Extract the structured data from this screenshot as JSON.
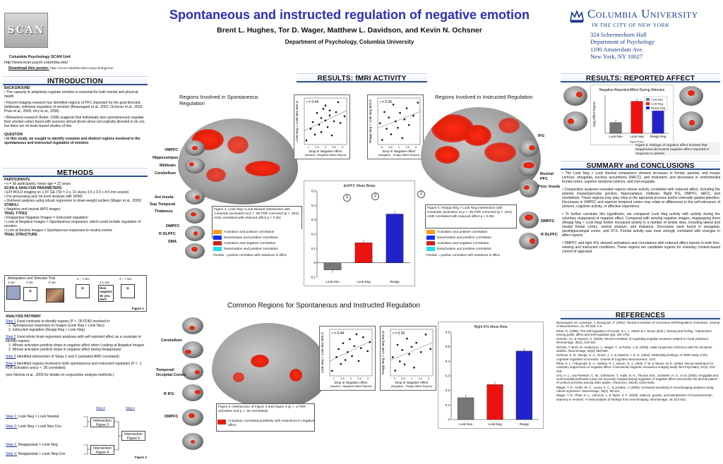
{
  "header": {
    "title": "Spontaneous and instructed regulation of negative emotion",
    "authors": "Brent L. Hughes, Tor D. Wager, Matthew L. Davidson, and Kevin N. Ochsner",
    "department": "Department of Psychology, Columbia University",
    "logo_text": "SCAN",
    "lab_name": "Columbia Psychology SCAN Unit",
    "lab_url": "http://www.scan.psych.columbia.edu/",
    "download_label": "Download this poster:",
    "download_url": "http://www.columbia.edu/cu/psychology/tor/",
    "university_name": "Columbia University",
    "university_sub": "IN THE CITY OF NEW YORK",
    "address": [
      "324 Schermerhorn Hall",
      "Department of Psychology",
      "1190 Amsterdam Ave.",
      "New York, NY 10027"
    ],
    "accent_color": "#2b2fb8"
  },
  "intro": {
    "heading": "INTRODUCTION",
    "background_title": "BACKGROUND",
    "bullets": [
      "•   The capacity to adaptively regulate emotion is essential for both mental and physical health",
      "•   Recent imaging research has identified regions of PFC important  for the goal-directed, deliberate, volitional regulation of emotion (Beauregard et al., 2001; Ochsner et al., 2002; Phan et al., 2004; Urry et al., 2006)",
      "•   Behavioral research (Erber, 1996) suggests that individuals also spontaneously regulate their emotion when faced with aversive stimuli (Even when not explicitly directed to do so), but there are no brain-based studies of this."
    ],
    "question_title": "QUESTION",
    "question": "•   In this study, we sought to identify common and distinct regions involved in the spontaneous and instructed regulation of emotion"
  },
  "methods": {
    "heading": "METHODS",
    "participants_title": "PARTICIPANTS",
    "participants": "• n = 36 participants, mean age = 22 years",
    "scan_title": "SCAN & ANALYSIS PARAMETERS",
    "scan": [
      "• EPI BOLD imaging on 1.5T GE (TR = 2 s, 31 slices 3.5 x 3.5 x 4.5 mm voxels)",
      "• Pre-processing and 1st level analysis with SPM2",
      "• 2nd-level analysis using robust regression to down-weight outliers (Wager et al., 2005)"
    ],
    "stimuli_title": "STIMULI",
    "stimuli": "• Negative and neutral IAPS images",
    "trial_types_title": "TRIAL TYPES",
    "trial_types": [
      "• Reappraise Negative Images = Instructed regulation",
      "• Look at Negative Images = Spontaneous responses, which could include regulation of emotion",
      "• Look at Neutral Images = Spontaneous responses to neutral events"
    ],
    "trial_structure_title": "TRIAL STRUCTURE",
    "figure1": {
      "title": "Anticipation and Stimulus Trial",
      "durations": [
        "2 sec",
        "4 sec",
        "8 sec",
        "4 – 7 sec",
        "2.1 sec",
        "4 – 7 sec"
      ],
      "rating_prompt": "How negative do you feel?",
      "caption": "Figure 1"
    },
    "analysis_title": "ANALYSIS PATHWAY",
    "steps": [
      {
        "label": "Step 1",
        "text": "Used contrasts to identify regions (P < .05 FDR) involved in:"
      },
      {
        "label": "",
        "text": "1.  Spontaneous responses to images (Look Neg > Look Neu)"
      },
      {
        "label": "",
        "text": "2.  Instructed regulation (Reapp Neg > Look Neg)"
      },
      {
        "label": "Step 2",
        "text": "Used whole brain regression analyses with self-reported affect as a covariate to identify regions:"
      },
      {
        "label": "",
        "text": "1.  Whose activation predicts drops in negative affect when Looking at Negative Images"
      },
      {
        "label": "",
        "text": "2.  Whose activation predicts drops in negative affect during Reappraisal"
      },
      {
        "label": "Step 3",
        "text": "Identified intersection of Steps 1 and 2 (activated AND correlated)"
      },
      {
        "label": "Step 4",
        "text": "Identified regions involved in both spontaneous and instructed regulation (P < .1 FDR activation and p < .05 correlated)"
      }
    ],
    "nichols": "(see Nichols et al., 2005 for details on conjunction analysis methods.)",
    "figure2": {
      "step3": "Step 3",
      "step4": "Step 4",
      "rows": [
        {
          "label": "Step 1:",
          "text": "Look Neg > Look Neutral"
        },
        {
          "label": "Step 2:",
          "text": "Look Neg > Look Neu Cov"
        },
        {
          "label": "Step 1:",
          "text": "Reappraisal > Look Neg"
        },
        {
          "label": "Step 2:",
          "text": "Reappraisal > Look Neg Cov"
        }
      ],
      "intersection3": "Intersection Figure 3",
      "intersection4": "Intersection Figure 4",
      "intersection5": "Intersection Figure 5",
      "caption": "Figure 2"
    }
  },
  "fmri": {
    "heading": "RESULTS: fMRI ACTIVITY",
    "spont_title": "Regions Involved in Spontaneous Regulation",
    "instr_title": "Regions Involved in Instructed Regulation",
    "common_title": "Common Regions for Spontaneous and Instructed Regulation",
    "labels_left": [
      "VMPFC",
      "Hippocampus",
      "Midbrain",
      "Cerebellum",
      "Ant Insula",
      "Sup Temporal",
      "Thalamus",
      "DMPFC",
      "R DLPFC",
      "SMA"
    ],
    "labels_right": [
      "IFG",
      "Rostral PFC",
      "Post. Insula",
      "DMPFC",
      "R DLPFC"
    ],
    "labels_common": [
      "Cerebellum",
      "Temporal/ Occipital Cortex",
      "R IFG",
      "DMPFC"
    ],
    "fig3_caption": "Figure 3. Look Neg >Look  Neutral Intersection with Covariate (activation at p < .05 FDR corrected (p < .004), AND correlated with reduced affect p < 0.05)",
    "fig4_caption": "Figure 4. Reapp Neg > Look Neg Intersection with Covariate (activation at p < .05 FDR corrected (p < .004), AND correlated with reduced affect p < 0.05)",
    "fig5_caption": "Figure 5. Intersection of Figure 3 and Figure 4 (p < .1 FDR activation and p < .05 correlated)",
    "fig5_legend": "Activation correlated positively with reductions in negative affect",
    "legend": [
      {
        "label": "Activation and positive correlation",
        "color": "#ff9a1a"
      },
      {
        "label": "Deactivation and positive correlation",
        "color": "#1133ee"
      },
      {
        "label": "Activation and negative correlation",
        "color": "#cc2222"
      },
      {
        "label": "Deactivation and positive correlation",
        "color": "#22e0ee"
      }
    ],
    "legend_note": "Positive = positive correlation with reductions in affect",
    "circle_labels": [
      "1",
      "2",
      "2"
    ]
  },
  "chart_data": [
    {
      "type": "bar",
      "title": "dmPFC Mean Betas",
      "categories": [
        "Look Neu",
        "Look Neg",
        "Reapp"
      ],
      "values": [
        -0.05,
        0.14,
        0.34
      ],
      "colors": [
        "#777777",
        "#ee1111",
        "#2222cc"
      ],
      "ylim": [
        -0.1,
        0.5
      ],
      "yticks": [
        -0.1,
        0,
        0.1,
        0.2,
        0.3,
        0.4,
        0.5
      ]
    },
    {
      "type": "bar",
      "title": "Right IFG Mean Beta",
      "categories": [
        "Look Neu",
        "Look Neg",
        "Reapp"
      ],
      "values": [
        0.15,
        0.24,
        0.47
      ],
      "colors": [
        "#777777",
        "#ee1111",
        "#2222cc"
      ],
      "ylim": [
        0,
        0.6
      ],
      "yticks": [
        0,
        0.1,
        0.2,
        0.3,
        0.4,
        0.5,
        0.6
      ]
    },
    {
      "type": "bar",
      "title": "Negative Reported Affect During Stimulus",
      "categories": [
        "Look Neu",
        "Look Neg",
        "Reapp Neg"
      ],
      "values": [
        1.4,
        4.2,
        3.5
      ],
      "colors": [
        "#777777",
        "#ee1111",
        "#2222cc"
      ],
      "xlabel": "Trial Type",
      "ylabel": "Neg Affect Report",
      "ylim": [
        0,
        5
      ]
    },
    {
      "type": "scatter",
      "label": "r = 0.44",
      "xlabel": "Drop in Negative Affect",
      "xsub": "(Neutral - Negative Affect Report)",
      "ylabel": "Look Neg > Look Neu BOLD",
      "xticks": [
        "1",
        "1.5",
        "2",
        "2.5",
        "3"
      ],
      "points": [
        [
          1.1,
          -1.2
        ],
        [
          1.3,
          0.2
        ],
        [
          1.4,
          1.0
        ],
        [
          1.5,
          -0.5
        ],
        [
          1.6,
          2.1
        ],
        [
          1.7,
          0.7
        ],
        [
          1.8,
          1.5
        ],
        [
          1.8,
          -0.2
        ],
        [
          1.9,
          2.6
        ],
        [
          2.0,
          1.2
        ],
        [
          2.0,
          3.0
        ],
        [
          2.1,
          0.4
        ],
        [
          2.2,
          1.8
        ],
        [
          2.2,
          2.4
        ],
        [
          2.3,
          -0.6
        ],
        [
          2.4,
          1.1
        ],
        [
          2.5,
          2.2
        ],
        [
          2.6,
          3.4
        ],
        [
          2.7,
          0.9
        ],
        [
          2.9,
          1.7
        ]
      ]
    },
    {
      "type": "scatter",
      "label": "r = 0.36",
      "xlabel": "Drop in Negative Affect",
      "xsub": "(Negative - Reapp Affect Report)",
      "ylabel": "Reapp Neg > Look Neg BOLD",
      "xticks": [
        "0",
        "0.5",
        "1",
        "1.5",
        "2"
      ],
      "points": [
        [
          0.1,
          0.8
        ],
        [
          0.2,
          -1.0
        ],
        [
          0.3,
          2.0
        ],
        [
          0.4,
          0.2
        ],
        [
          0.5,
          1.4
        ],
        [
          0.6,
          -0.4
        ],
        [
          0.7,
          2.8
        ],
        [
          0.8,
          1.0
        ],
        [
          0.9,
          0.3
        ],
        [
          1.0,
          1.9
        ],
        [
          1.1,
          -0.8
        ],
        [
          1.2,
          1.2
        ],
        [
          1.3,
          2.4
        ],
        [
          1.4,
          0.6
        ],
        [
          1.6,
          1.6
        ],
        [
          1.8,
          3.0
        ]
      ]
    },
    {
      "type": "scatter",
      "label": "r = 0.44",
      "xlabel": "Drop in Negative Affect",
      "xsub": "(Neutral - Negative Affect Report)",
      "ylabel": "Look Neg > Look Neu BOLD",
      "xticks": [
        "1",
        "1.5",
        "2",
        "2.5",
        "3"
      ],
      "points": [
        [
          1.1,
          -0.9
        ],
        [
          1.3,
          0.5
        ],
        [
          1.4,
          1.3
        ],
        [
          1.5,
          -0.2
        ],
        [
          1.6,
          1.9
        ],
        [
          1.7,
          0.2
        ],
        [
          1.8,
          1.0
        ],
        [
          1.9,
          2.3
        ],
        [
          2.0,
          0.6
        ],
        [
          2.1,
          1.6
        ],
        [
          2.2,
          2.8
        ],
        [
          2.3,
          0.1
        ],
        [
          2.4,
          1.4
        ],
        [
          2.5,
          2.5
        ],
        [
          2.7,
          1.1
        ],
        [
          2.8,
          2.0
        ]
      ]
    },
    {
      "type": "scatter",
      "label": "r = 0.39",
      "xlabel": "Drop in Negative Affect",
      "xsub": "(Negative - Reapp Affect Report)",
      "ylabel": "Reapp Neg > Look Neg BOLD",
      "xticks": [
        "0",
        "0.5",
        "1",
        "1.5",
        "2"
      ],
      "points": [
        [
          0.1,
          0.4
        ],
        [
          0.2,
          -0.9
        ],
        [
          0.3,
          1.6
        ],
        [
          0.4,
          0.0
        ],
        [
          0.5,
          1.1
        ],
        [
          0.6,
          -0.3
        ],
        [
          0.7,
          2.2
        ],
        [
          0.8,
          0.7
        ],
        [
          0.9,
          1.4
        ],
        [
          1.0,
          -0.6
        ],
        [
          1.1,
          1.8
        ],
        [
          1.3,
          0.9
        ],
        [
          1.5,
          2.6
        ],
        [
          1.7,
          1.2
        ]
      ]
    }
  ],
  "reported": {
    "heading": "RESULTS: REPORTED AFFECT",
    "caption": "Figure 6. Ratings of negative affect showed that reappraisal decreased negative affect reported in response to photos."
  },
  "summary": {
    "heading": "SUMMARY and CONCLUSIONS",
    "bullets": [
      "• The Look Neg > Look Neutral comparison showed increases in frontal, parietal, and insular cortices, amygdala, nucleus accumbens (NACC), and brainstem, and decreases in ventromedial frontal cortex, superior temporal cortices, and mid-cingulate.",
      "• Conjunction analyses revealed regions whose activity correlated with reduced affect, including the anterior insula/opercular junction, hippocampus, midbrain, Right IFG, DMPFC, dACC, and cerebellum. These regions may play roles in the appraisal process and/or internally guided attention. Decreases in VMPFC and superior temporal cortex may relate to differences in the self-relevance of pictures, cognitive activity, or affective experience.",
      "• To further constrain this hypothesis, we compared Look Neg activity with activity during the voluntary reappraisal of negative affect. Compared with viewing negative images, reappraising them (Reapp Neg > Look Neg) further increased activity in a number of similar sites, including lateral and medial frontal cortex, ventral striatum, and thalamus. Decreases were found in amygdala, parahippocampal cortex, and STS. Frontal activity was most strongly correlated with changes in affect reports.",
      "• DMPFC and right IFG showed activations and correlations with reduced affect reports in both free-viewing and instructed conditions. These regions are candidate regions for voluntary context-based control of appraisal."
    ]
  },
  "references": {
    "heading": "REFERENCES",
    "items": [
      "Beauregard, M, Levesque, J, Bourgouin, P. (2001). Neural Correlates of Conscious Self-Regulation of Emotion. Journal of Neuroscience, 21, RC165: 1-6.",
      "Erber, R. (1996). The self-regulation of moods. In L. L. Martin & A.Tesser (Eds.), Striving and feeling : Interactions among goals, affect and self-regulation (pp. 251-275).",
      "Hornnic, CL, & Hanson, S. (2006). Neural correlates of regulating negative emotions related to moral violations. NeuroImage, 30(1), 313-324.",
      "Nichols, T, Brett, M, Andersson, J., Wager, T., & Poline, J. B. (2005). Valid conjunction inference with the minimum statistic. NeuroImage, 25(3), 653-660.",
      "Ochsner, K. N., Bunge, S. A., Gross, J. J., & Gabrieli, J. D. E. (2002). Rethinking feelings: An fMRI study of the cognitive regulation of emotion. Journal of Cognitive Neuroscience, 14:8.",
      "Phan, K. L., Fitzgerald, D. A., Nathan, P. J., Moore, G. J., Uhde, T. W. & Tancer, M. E. (2005). Neural substrates for voluntary suppression of negative affect: A functional magnetic resonance imaging study. Biol Psychiatry, 57(3), 210-219.",
      "Urry, H. L., van Reekum, C. M., Johnstone, T., Kalin, N. H., Thurow, M.E., Schaefer, H. S., et al. (2006). Amygdala and ventromedial prefrontal cortex are inversely coupled during regulation of negative affect and predict the diurnal pattern of cortisol secretion among older adults. J Neurosci, 26(16), 4415-4425.",
      "Wager, T. D., Keller, M. C., Lacey, S. C., & Jonides, J. (2005). Increased sensitivity in neuroimaging analyses using robust regression. NeuroImage, 26(1), 99-113.",
      "Wager, T. D., Phan, K. L., Liberzon, I., & Taylor, S. F. (2003). Valence, gender, and lateralization of functional brain anatomy in emotion: A meta-analysis of findings from neuroimaging. NeuroImage, 19, 513-531."
    ]
  }
}
